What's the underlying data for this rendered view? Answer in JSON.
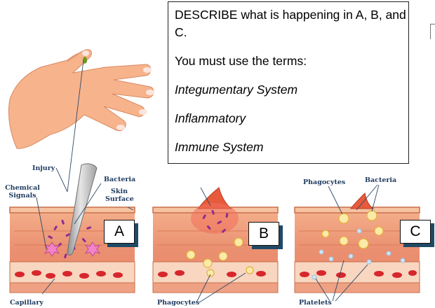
{
  "task": {
    "line1": "DESCRIBE what is happening in A, B, and C.",
    "line2": "You must use the terms:",
    "terms": [
      "Integumentary System",
      "Inflammatory",
      "Immune System"
    ]
  },
  "panel_a": {
    "letter": "A",
    "labels": {
      "injury": "Injury",
      "chemical_signals": "Chemical Signals",
      "bacteria": "Bacteria",
      "skin_surface": "Skin Surface",
      "capillary": "Capillary"
    }
  },
  "panel_b": {
    "letter": "B",
    "labels": {
      "phagocytes": "Phagocytes"
    }
  },
  "panel_c": {
    "letter": "C",
    "labels": {
      "phagocytes": "Phagocytes",
      "bacteria": "Bacteria",
      "platelets": "Platelets"
    }
  },
  "colors": {
    "skin": "#f6b48a",
    "tissue": "#e8876a",
    "blood_cell": "#d7262c",
    "bacteria": "#8e2d8e",
    "label": "#1e3a5f",
    "box_shadow": "#1f4a66"
  }
}
